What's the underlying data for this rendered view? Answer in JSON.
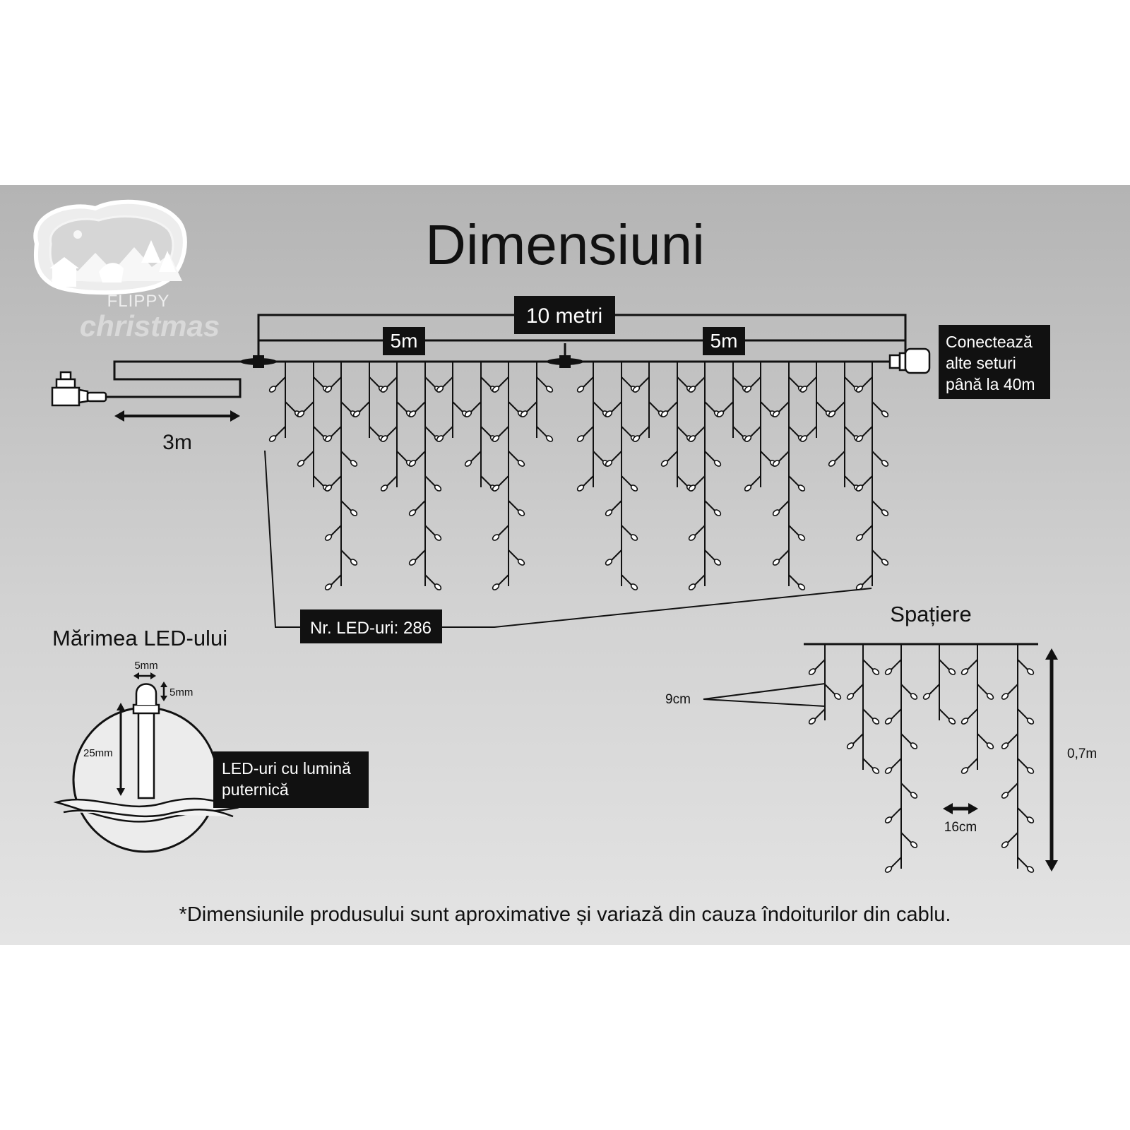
{
  "title": "Dimensiuni",
  "brand": {
    "name": "FLIPPY",
    "script": "christmas"
  },
  "labels": {
    "total_length": "10 metri",
    "half_left": "5m",
    "half_right": "5m",
    "lead_length": "3m",
    "connect": [
      "Conectează",
      "alte seturi",
      "până la 40m"
    ],
    "led_count": "Nr. LED-uri: 286",
    "led_size_title": "Mărimea LED-ului",
    "led_width": "5mm",
    "led_head": "5mm",
    "led_height": "25mm",
    "led_bright": [
      "LED-uri cu lumină",
      "puternică"
    ],
    "spacing_title": "Spațiere",
    "spacing_vertical": "9cm",
    "spacing_horizontal": "16cm",
    "drop_height": "0,7m"
  },
  "disclaimer": "*Dimensiunile produsului sunt aproximative și variază din cauza îndoiturilor din cablu.",
  "colors": {
    "panel_top": "#b4b4b4",
    "panel_bottom": "#e4e4e4",
    "ink": "#111111",
    "label_bg": "#111111",
    "label_text": "#ffffff"
  }
}
